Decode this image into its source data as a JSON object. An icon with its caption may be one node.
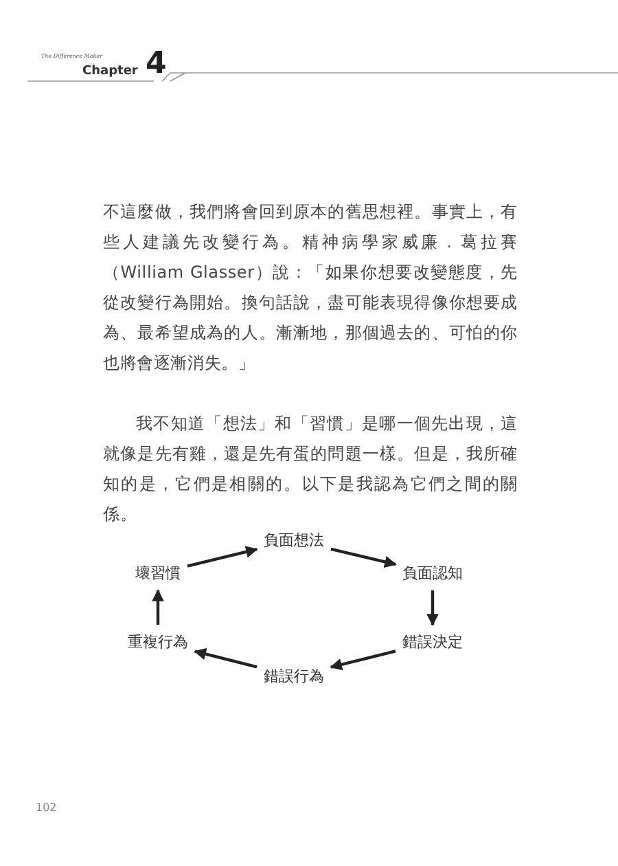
{
  "diagram": {
    "nodes": [
      {
        "text": [
          "負面想法"
        ]
      },
      {
        "text": [
          "負面認知"
        ]
      },
      {
        "text": [
          "錯誤決定"
        ]
      },
      {
        "text": [
          "錯誤行為"
        ]
      },
      {
        "text": [
          "重複行為"
        ]
      },
      {
        "text": [
          "壞習慣"
        ]
      }
    ],
    "edges": [
      {
        "from": 0,
        "to": 1,
        "arrow": "to"
      },
      {
        "from": 1,
        "to": 2,
        "arrow": "to"
      },
      {
        "from": 2,
        "to": 3,
        "arrow": "to"
      },
      {
        "from": 3,
        "to": 4,
        "arrow": "to"
      },
      {
        "from": 4,
        "to": 5,
        "arrow": "to"
      },
      {
        "from": 5,
        "to": 0,
        "arrow": "to"
      }
    ],
    "labels": [
      "The Difference Maker",
      "Chapter",
      "4",
      "不這麼做，我們將會回到原本的舊思想裡。事實上，有些人建議先改變行為。精神病學家威廉．葛拉賽（William Glasser）說：「如果你想要改變態度，先從改變行為開始。換句話說，盡可能表現得像你想要成為、最希望成為的人。漸漸地，那個過去的、可怕的你也將會逐漸消失。」",
      "我不知道「想法」和「習慣」是哪一個先出現，這就像是先有雞，還是先有蛋的問題一樣。但是，我所確知的是，它們是相關的。以下是我認為它們之間的關係。",
      "102"
    ]
  }
}
